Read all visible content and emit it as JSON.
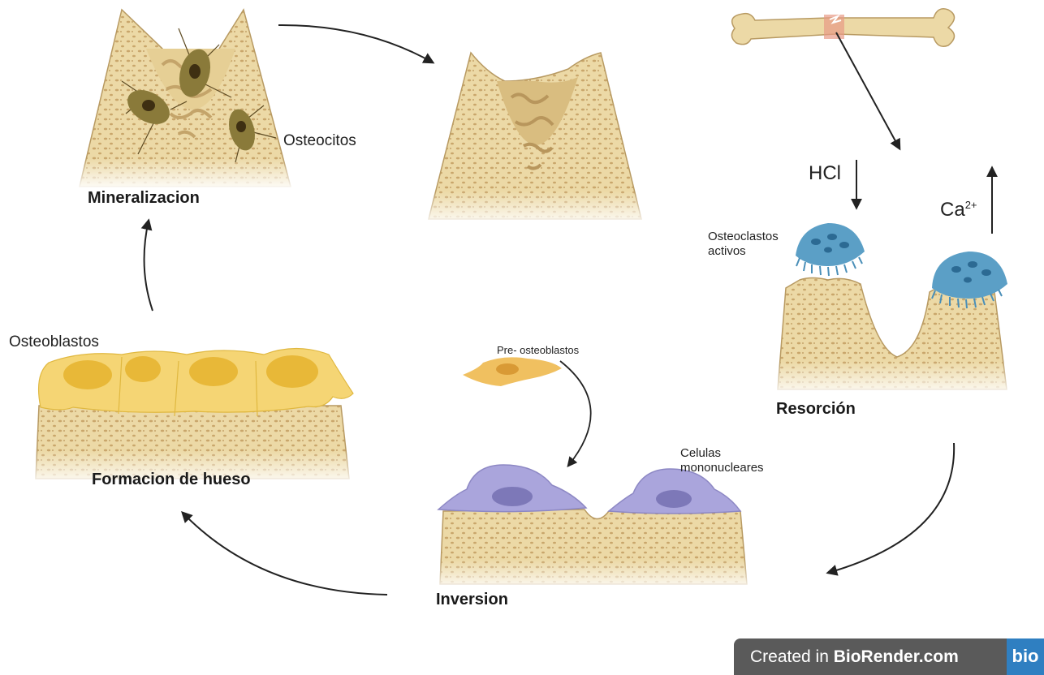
{
  "stages": {
    "mineralizacion": "Mineralizacion",
    "resorcion": "Resorción",
    "inversion": "Inversion",
    "formacion": "Formacion de hueso"
  },
  "cells": {
    "osteocitos": "Osteocitos",
    "osteoclastos": "Osteoclastos activos",
    "pre_osteoblastos": "Pre- osteoblastos",
    "celulas_mononucleares": "Celulas mononucleares",
    "osteoblastos": "Osteoblastos"
  },
  "chemicals": {
    "hcl": "HCl",
    "ca_base": "Ca",
    "ca_sup": "2+"
  },
  "badge": {
    "prefix": "Created in ",
    "brand": "BioRender.com",
    "logo": "bio"
  },
  "colors": {
    "bone": "#ecd9a6",
    "bone_pores": "#c9a66b",
    "osteoclast": "#5b9fc6",
    "mononuclear": "#aaa5dc",
    "osteoblast": "#f5d574",
    "osteocyte": "#8a7a3a",
    "badge_bg": "#5a5a5a",
    "logo_bg": "#2f7fc1"
  }
}
